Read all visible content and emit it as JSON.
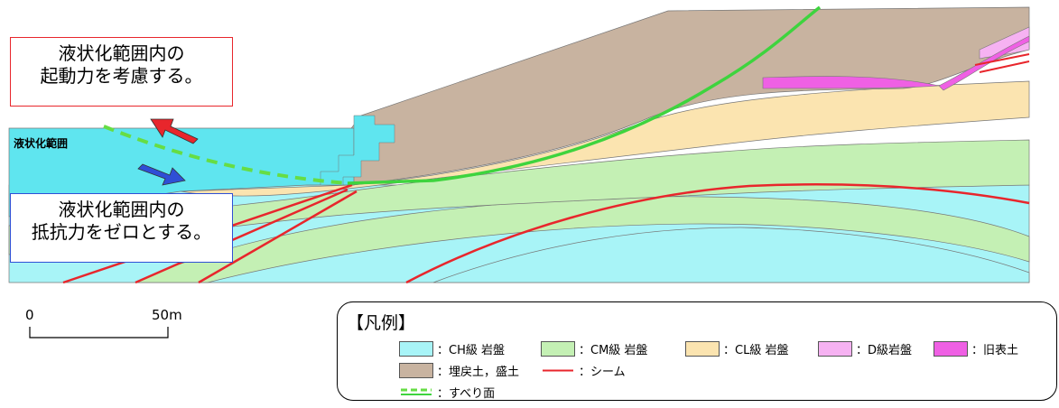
{
  "callouts": {
    "top": [
      "液状化範囲内の",
      "起動力を考慮する。"
    ],
    "bottom": [
      "液状化範囲内の",
      "抵抗力をゼロとする。"
    ]
  },
  "region_label": "液状化範囲",
  "scale": {
    "start": "0",
    "end": "50m"
  },
  "legend": {
    "title": "【凡例】",
    "items": [
      {
        "label": "：CH級 岩盤",
        "color": "#a8f4f7"
      },
      {
        "label": "：CM級 岩盤",
        "color": "#c4f0b4"
      },
      {
        "label": "：CL級 岩盤",
        "color": "#fbe4b0"
      },
      {
        "label": "：D級岩盤",
        "color": "#f6b2f2"
      },
      {
        "label": "：旧表土",
        "color": "#ef60e4"
      },
      {
        "label": "：埋戻土，盛土",
        "color": "#c8b3a0"
      },
      {
        "label": "：シーム",
        "color": "#e8262c"
      },
      {
        "label": "：すべり面",
        "color": "#66dd44"
      }
    ]
  },
  "colors": {
    "liquefied_zone": "#5fe5ef",
    "slip_surface": "#3ed43e",
    "arrow_red": "#e8262c",
    "arrow_blue": "#2f4fd6"
  }
}
